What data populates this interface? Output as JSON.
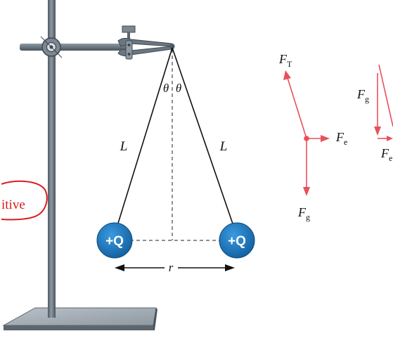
{
  "diagram": {
    "labels": {
      "angle_left": "θ",
      "angle_right": "θ",
      "length_left": "L",
      "length_right": "L",
      "separation": "r",
      "charge_left": "+Q",
      "charge_right": "+Q",
      "handwritten_note": "itive"
    },
    "force_diagram": {
      "tension_symbol": "F",
      "tension_subscript": "T",
      "electric_symbol": "F",
      "electric_subscript": "e",
      "gravity_symbol": "F",
      "gravity_subscript": "g"
    },
    "triangle_diagram": {
      "gravity_symbol": "F",
      "gravity_subscript": "g",
      "electric_symbol": "F",
      "electric_subscript": "e"
    },
    "colors": {
      "sphere_fill": "#1e7bc4",
      "force_arrow": "#e8505b",
      "stand_metal": "#6e7a84",
      "handwritten_ink": "#d81c1c"
    }
  }
}
